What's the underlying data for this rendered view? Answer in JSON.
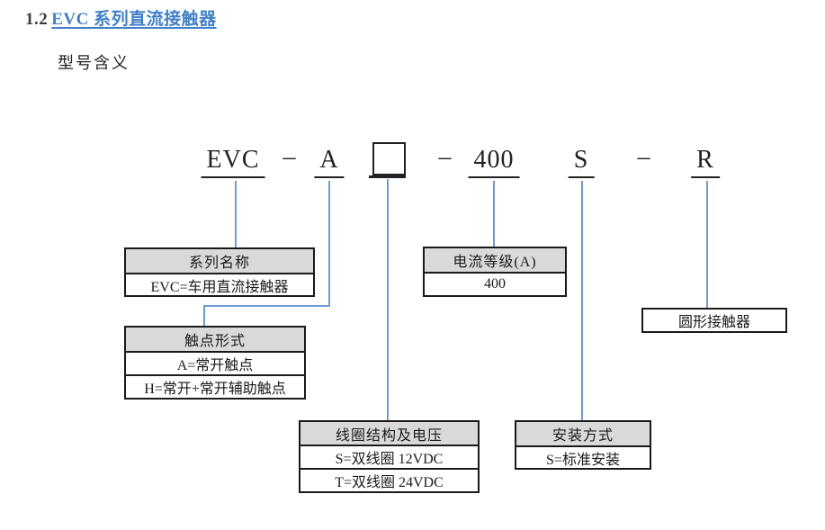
{
  "heading": {
    "number": "1.2",
    "title": "EVC 系列直流接触器",
    "subtitle": "型号含义"
  },
  "model_code": {
    "segments": [
      {
        "label": "EVC",
        "underlined": true
      },
      {
        "label": "–",
        "underlined": false
      },
      {
        "label": "A",
        "underlined": true
      },
      {
        "label": "",
        "underlined": true,
        "symbol": "blank-box-placeholder"
      },
      {
        "label": "–",
        "underlined": false
      },
      {
        "label": "400",
        "underlined": true
      },
      {
        "label": "S",
        "underlined": true
      },
      {
        "label": "–",
        "underlined": false
      },
      {
        "label": "R",
        "underlined": true
      }
    ]
  },
  "legend_boxes": [
    {
      "id": "series",
      "header": "系列名称",
      "rows": [
        "EVC=车用直流接触器"
      ]
    },
    {
      "id": "current",
      "header": "电流等级(A)",
      "rows": [
        "400"
      ]
    },
    {
      "id": "contact",
      "header": "触点形式",
      "rows": [
        "A=常开触点",
        "H=常开+常开辅助触点"
      ]
    },
    {
      "id": "coil",
      "header": "线圈结构及电压",
      "rows": [
        "S=双线圈 12VDC",
        "T=双线圈 24VDC"
      ]
    },
    {
      "id": "mount",
      "header": "安装方式",
      "rows": [
        "S=标准安装"
      ]
    },
    {
      "id": "round",
      "header": "",
      "rows": [
        "圆形接触器"
      ]
    }
  ],
  "colors": {
    "heading_blue": "#4080c6",
    "connector_blue": "#6f9ace",
    "box_header_gray": "#d9d9d9",
    "border_black": "#1a1a1a"
  }
}
